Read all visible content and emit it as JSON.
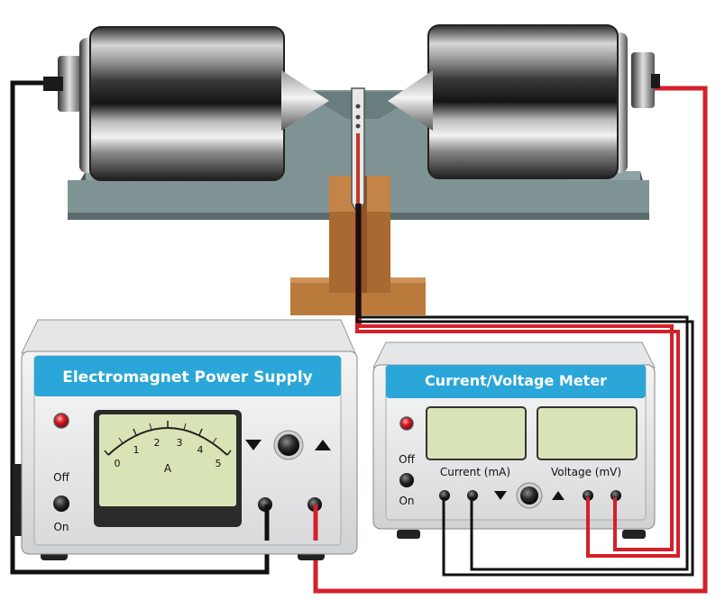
{
  "power_supply": {
    "title": "Electromagnet Power Supply",
    "meter_unit": "A",
    "scale_ticks": [
      "0",
      "1",
      "2",
      "3",
      "4",
      "5"
    ],
    "switch_off": "Off",
    "switch_on": "On"
  },
  "meter_box": {
    "title": "Current/Voltage Meter",
    "current_label": "Current (mA)",
    "voltage_label": "Voltage (mV)",
    "switch_off": "Off",
    "switch_on": "On"
  },
  "colors": {
    "panel_title_bg": "#2aa6d8",
    "wire_red": "#d4202a",
    "wire_black": "#111111",
    "lcd": "#d9e4b6",
    "holder_wood": "#b97a3c",
    "base_slate": "#7f9395"
  }
}
